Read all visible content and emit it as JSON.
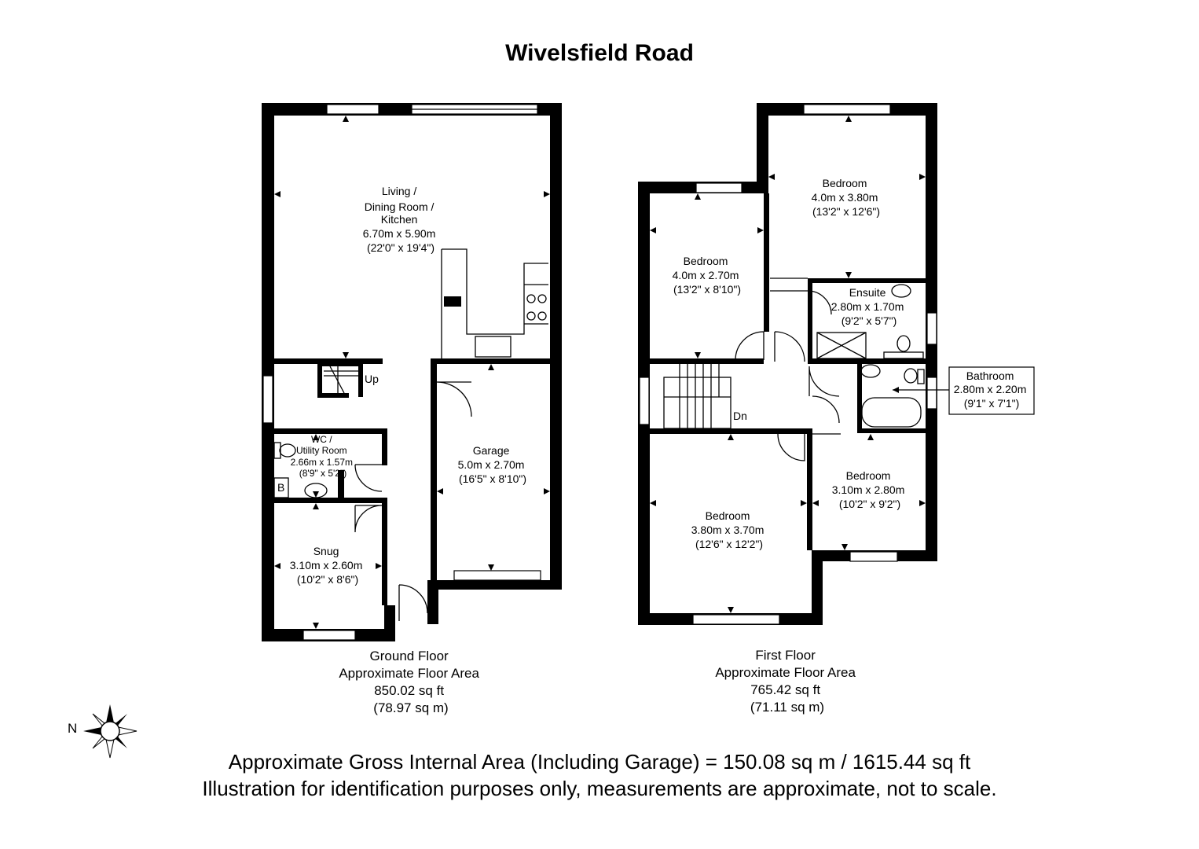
{
  "title": "Wivelsfield Road",
  "ground_floor": {
    "living": {
      "name_line1": "Living /",
      "name_line2": "Dining Room /",
      "name_line3": "Kitchen",
      "metric": "6.70m x 5.90m",
      "imperial": "(22'0\" x 19'4\")"
    },
    "stairs_label": "Up",
    "wc": {
      "name_line1": "WC /",
      "name_line2": "Utility Room",
      "metric": "2.66m x 1.57m",
      "imperial": "(8'9\" x 5'2\")"
    },
    "boiler_label": "B",
    "garage": {
      "name": "Garage",
      "metric": "5.0m x 2.70m",
      "imperial": "(16'5\" x 8'10\")"
    },
    "snug": {
      "name": "Snug",
      "metric": "3.10m x 2.60m",
      "imperial": "(10'2\" x 8'6\")"
    },
    "caption": {
      "line1": "Ground Floor",
      "line2": "Approximate Floor Area",
      "line3": "850.02 sq ft",
      "line4": "(78.97 sq m)"
    }
  },
  "first_floor": {
    "bedroom_top_right": {
      "name": "Bedroom",
      "metric": "4.0m x 3.80m",
      "imperial": "(13'2\" x 12'6\")"
    },
    "bedroom_top_left": {
      "name": "Bedroom",
      "metric": "4.0m x 2.70m",
      "imperial": "(13'2\" x 8'10\")"
    },
    "ensuite": {
      "name": "Ensuite",
      "metric": "2.80m x 1.70m",
      "imperial": "(9'2\" x 5'7\")"
    },
    "bathroom": {
      "name": "Bathroom",
      "metric": "2.80m x 2.20m",
      "imperial": "(9'1\" x 7'1\")"
    },
    "stairs_label": "Dn",
    "bedroom_bottom_left": {
      "name": "Bedroom",
      "metric": "3.80m x 3.70m",
      "imperial": "(12'6\" x 12'2\")"
    },
    "bedroom_bottom_right": {
      "name": "Bedroom",
      "metric": "3.10m x 2.80m",
      "imperial": "(10'2\" x 9'2\")"
    },
    "caption": {
      "line1": "First Floor",
      "line2": "Approximate Floor Area",
      "line3": "765.42 sq ft",
      "line4": "(71.11 sq m)"
    }
  },
  "compass": {
    "label": "N"
  },
  "footer": {
    "line1": "Approximate Gross Internal Area (Including Garage) = 150.08 sq m / 1615.44 sq ft",
    "line2": "Illustration for identification purposes only, measurements are approximate, not to scale."
  }
}
